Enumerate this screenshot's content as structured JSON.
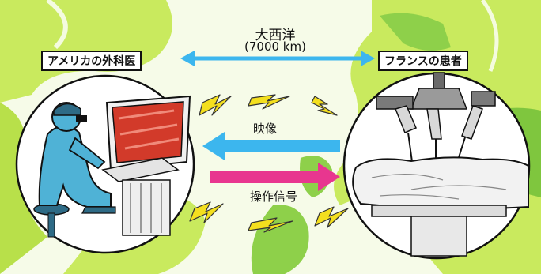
{
  "ocean": {
    "name": "大西洋",
    "distance": "(7000 km)"
  },
  "left_party": {
    "label": "アメリカの外科医"
  },
  "right_party": {
    "label": "フランスの患者"
  },
  "signals": {
    "video": {
      "label": "映像",
      "direction": "right-to-left",
      "color": "#3cb6ee"
    },
    "control": {
      "label": "操作信号",
      "direction": "left-to-right",
      "color": "#e8368f"
    }
  },
  "link_arrow": {
    "direction": "bidirectional",
    "color": "#3cb6ee"
  },
  "colors": {
    "map_land": "#c9ea5e",
    "map_land_dark": "#7fc63e",
    "lightning": "#f4df1e",
    "surgeon_blue": "#4fb2d6"
  }
}
